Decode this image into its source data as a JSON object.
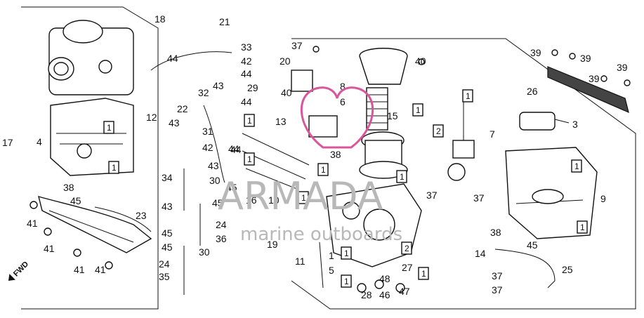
{
  "watermark": {
    "brand": "ARMADA",
    "tagline": "marine outboards",
    "logo_color": "#d9569a"
  },
  "direction_marker": "FWD",
  "callouts": [
    "1",
    "2",
    "3",
    "4",
    "5",
    "6",
    "7",
    "8",
    "9",
    "10",
    "11",
    "12",
    "13",
    "14",
    "15",
    "16",
    "17",
    "18",
    "19",
    "20",
    "21",
    "22",
    "23",
    "24",
    "25",
    "26",
    "27",
    "28",
    "29",
    "30",
    "31",
    "32",
    "33",
    "34",
    "35",
    "36",
    "37",
    "38",
    "39",
    "40",
    "41",
    "42",
    "43",
    "44",
    "45",
    "46",
    "47",
    "48"
  ],
  "boxed_callouts": [
    "1",
    "2"
  ]
}
